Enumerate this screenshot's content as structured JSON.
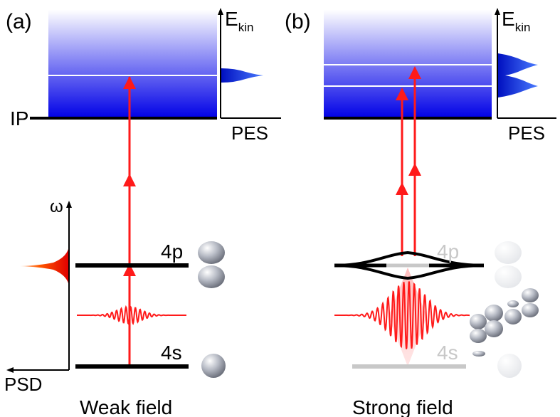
{
  "panel_a": {
    "tag": "(a)",
    "ekin_main": "E",
    "ekin_sub": "kin",
    "ip_label": "IP",
    "pes_label": "PES",
    "omega_label": "ω",
    "psd_label": "PSD",
    "level_4p": "4p",
    "level_4s": "4s",
    "caption": "Weak field"
  },
  "panel_b": {
    "tag": "(b)",
    "ekin_main": "E",
    "ekin_sub": "kin",
    "pes_label": "PES",
    "level_4p": "4p",
    "level_4s": "4s",
    "caption": "Strong field"
  },
  "colors": {
    "continuum_top": "#ffffff",
    "continuum_bottom": "#0000e6",
    "laser": "#ff1a1a",
    "level": "#000000",
    "faded_level": "#c8c8c8"
  }
}
